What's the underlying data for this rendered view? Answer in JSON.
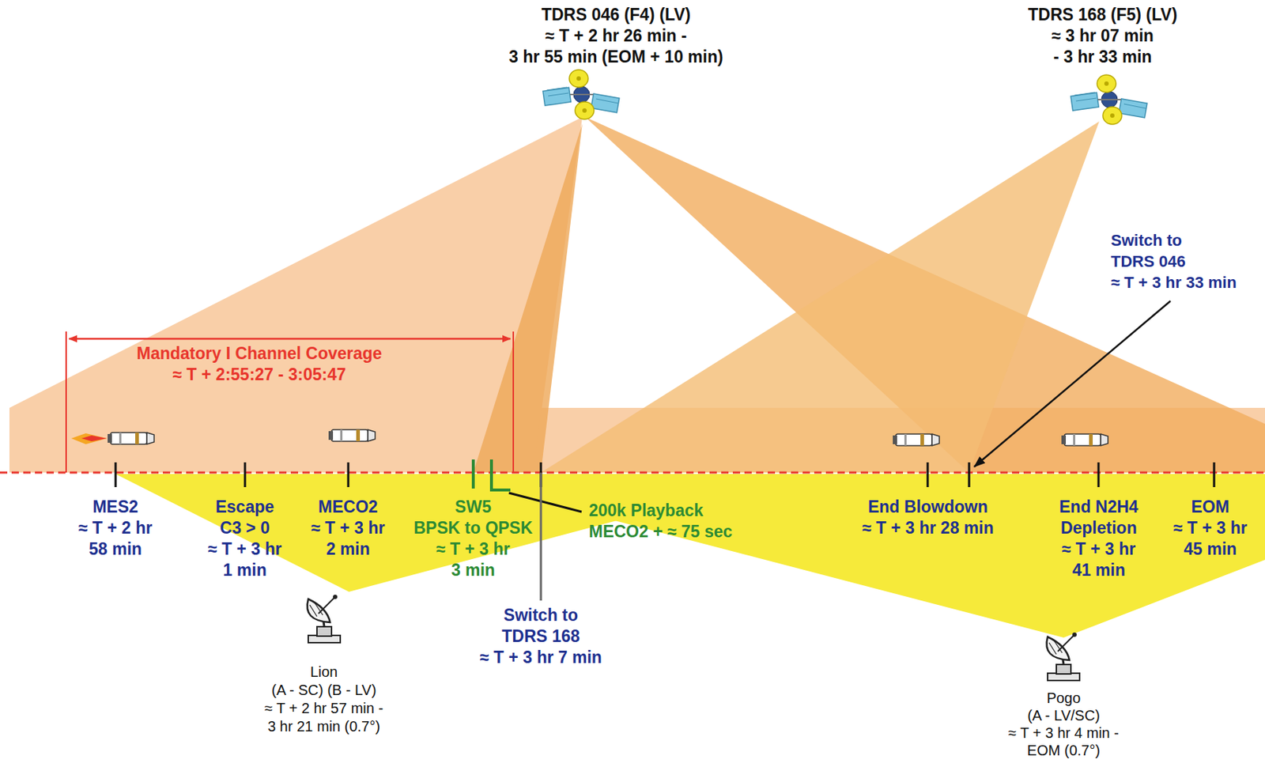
{
  "diagram": {
    "labels": [
      "TDRS 046 (F4) (LV) ≈ T + 2 hr 26 min - 3 hr 55 min (EOM + 10 min)",
      "TDRS 168 (F5) (LV) ≈ 3 hr 07 min - 3 hr 33 min",
      "Switch to TDRS 046 ≈ T + 3 hr 33 min",
      "Mandatory I Channel Coverage ≈ T + 2:55:27 - 3:05:47",
      "MES2 ≈ T + 2 hr 58 min",
      "Escape C3 > 0 ≈ T + 3 hr 1 min",
      "MECO2 ≈ T + 3 hr 2 min",
      "SW5 BPSK to QPSK ≈ T + 3 hr 3 min",
      "200k Playback MECO2 + ≈ 75 sec",
      "Switch to TDRS 168 ≈ T + 3 hr 7 min",
      "End Blowdown ≈ T + 3 hr 28 min",
      "End N2H4 Depletion ≈ T + 3 hr 41 min",
      "EOM ≈ T + 3 hr 45 min",
      "Lion (A - SC) (B - LV) ≈ T + 2 hr 57 min - 3 hr 21 min (0.7°)",
      "Pogo (A - LV/SC) ≈ T + 3 hr 4 min - EOM (0.7°)"
    ]
  }
}
